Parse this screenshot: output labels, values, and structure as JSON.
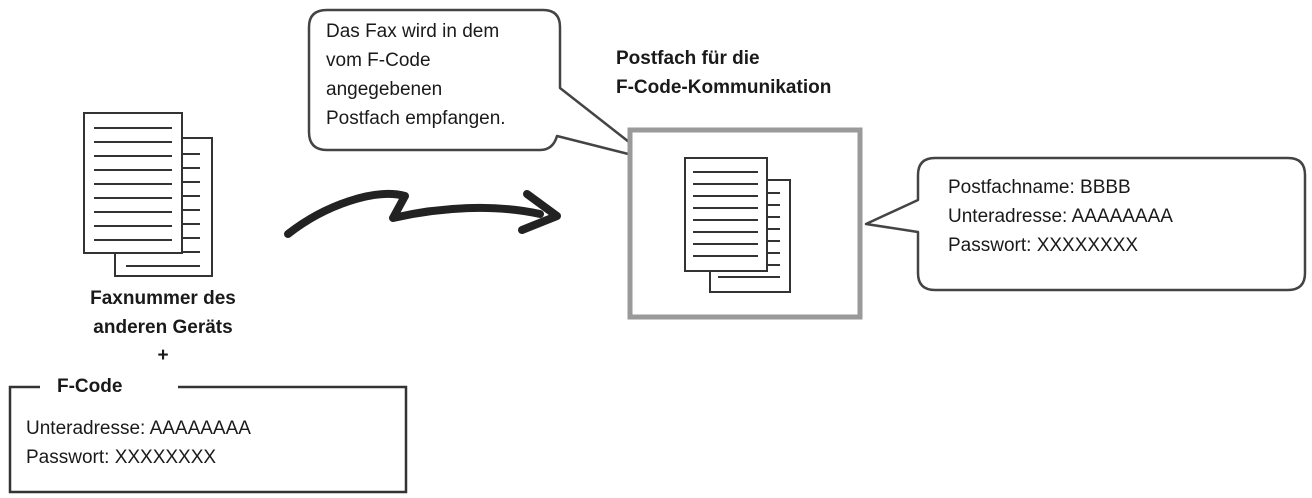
{
  "speech_bubble": {
    "lines": [
      "Das Fax wird in dem",
      "vom F-Code",
      "angegebenen",
      "Postfach empfangen."
    ]
  },
  "mailbox": {
    "title_lines": [
      "Postfach für die",
      "F-Code-Kommunikation"
    ]
  },
  "mailbox_info": {
    "lines": [
      "Postfachname: BBBB",
      "Unteradresse: AAAAAAAA",
      "Passwort: XXXXXXXX"
    ]
  },
  "sender": {
    "label_lines": [
      "Faxnummer des",
      "anderen Geräts"
    ],
    "plus": "+"
  },
  "fcode_box": {
    "title": "F-Code",
    "lines": [
      "Unteradresse: AAAAAAAA",
      "Passwort: XXXXXXXX"
    ]
  }
}
